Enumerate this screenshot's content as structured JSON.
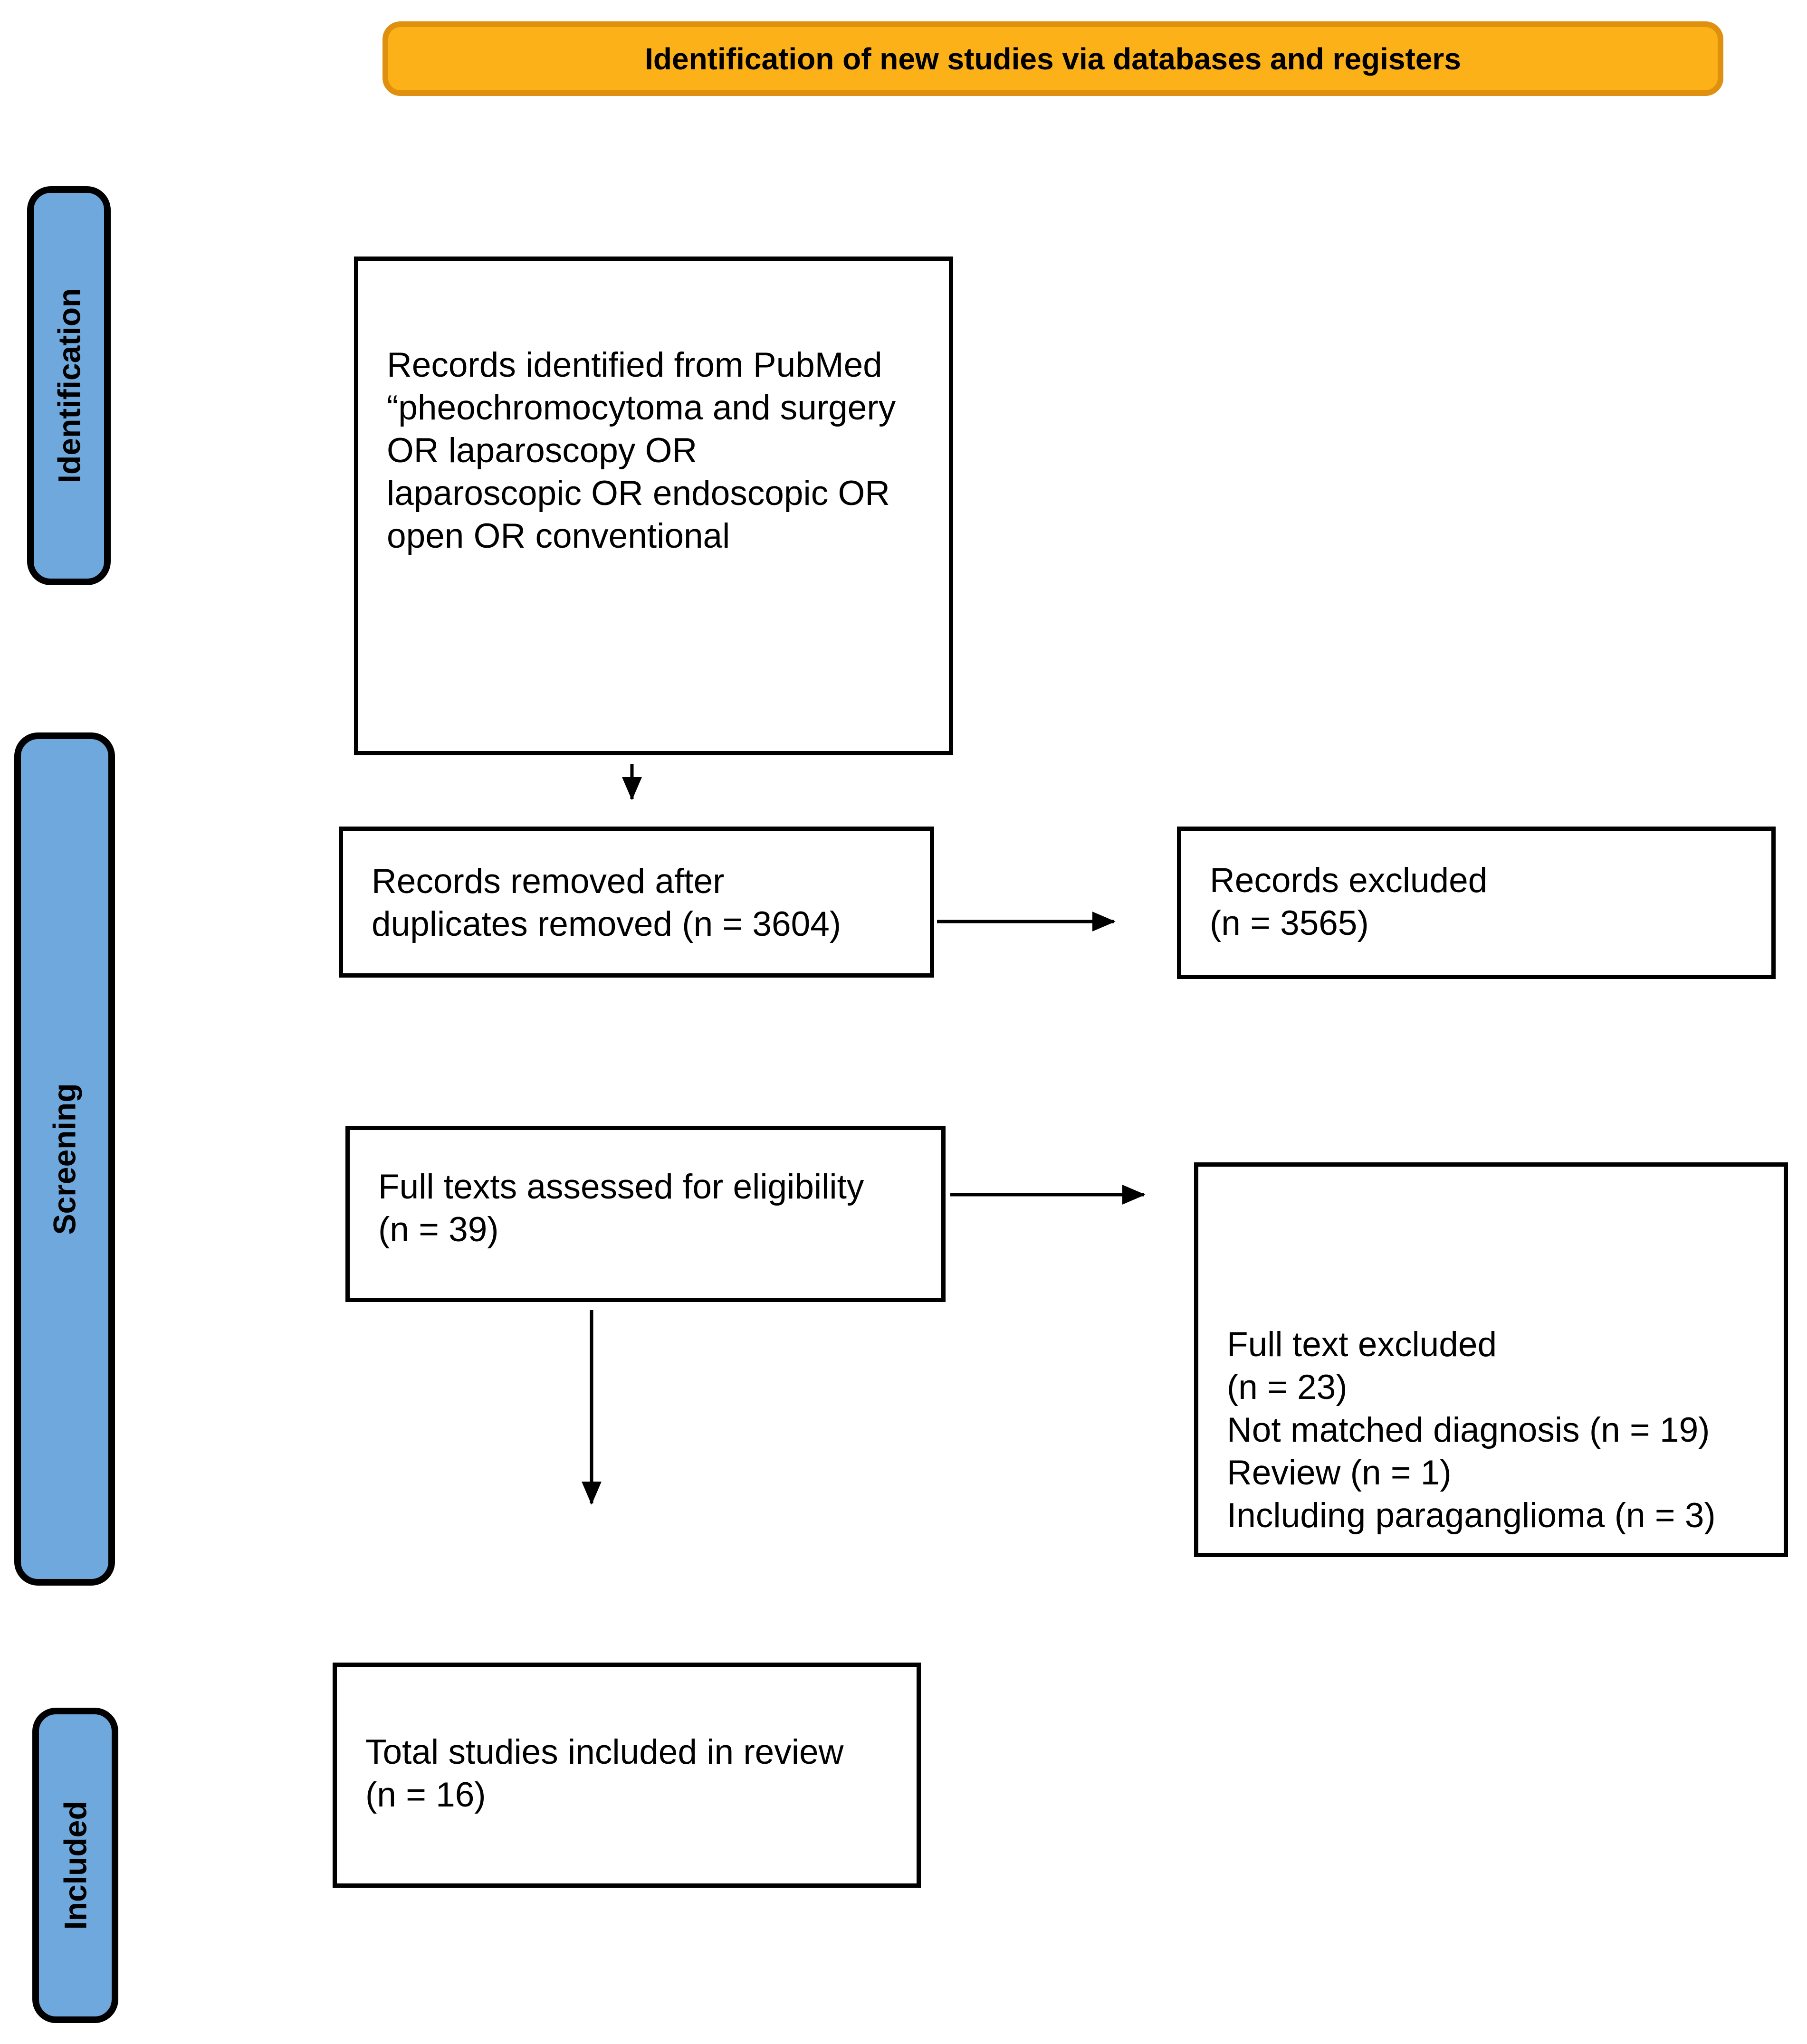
{
  "header": {
    "title": "Identification of new studies via databases and registers"
  },
  "stages": [
    {
      "label": "Identification"
    },
    {
      "label": "Screening"
    },
    {
      "label": "Included"
    }
  ],
  "boxes": {
    "identified": {
      "text": "Records identified from PubMed\n“pheochromocytoma and surgery\nOR laparoscopy OR\nlaparoscopic OR endoscopic OR\nopen OR conventional"
    },
    "duplicates_removed": {
      "text": "Records removed after\nduplicates removed (n = 3604)",
      "n": 3604
    },
    "records_excluded": {
      "text": "Records excluded\n(n = 3565)",
      "n": 3565
    },
    "full_texts_assessed": {
      "text": "Full texts assessed for eligibility\n(n = 39)",
      "n": 39
    },
    "full_text_excluded": {
      "text": "Full text excluded\n(n = 23)\nNot matched diagnosis (n = 19)\nReview (n = 1)\nIncluding paraganglioma (n = 3)",
      "n": 23,
      "reasons": [
        {
          "label": "Not matched diagnosis",
          "n": 19
        },
        {
          "label": "Review",
          "n": 1
        },
        {
          "label": "Including paraganglioma",
          "n": 3
        }
      ]
    },
    "included": {
      "text": "Total studies included in review\n(n = 16)",
      "n": 16
    }
  },
  "colors": {
    "banner_fill": "#FBB117",
    "banner_border": "#E0900F",
    "stage_tab_fill": "#6FA8DC",
    "box_border": "#000000"
  }
}
